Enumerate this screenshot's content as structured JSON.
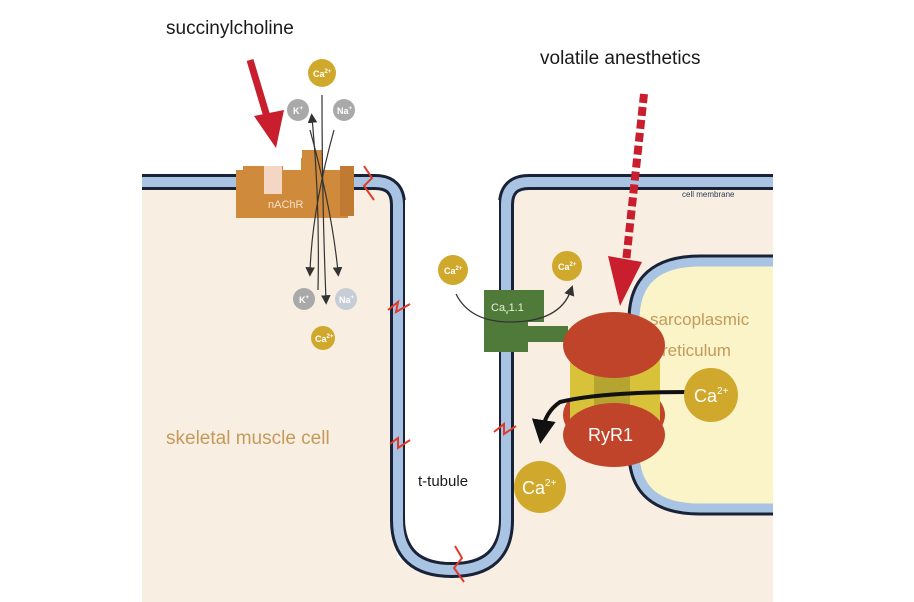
{
  "labels": {
    "succinylcholine": "succinylcholine",
    "volatile_anesthetics": "volatile anesthetics",
    "cell_membrane": "cell membrane",
    "nachr": "nAChR",
    "cav11": "Ca",
    "cav11_sub": "v",
    "cav11_tail": "1.1",
    "sr_line1": "sarcoplasmic",
    "sr_line2": "reticulum",
    "ryr1": "RyR1",
    "skeletal_muscle_cell": "skeletal muscle cell",
    "t_tubule": "t-tubule"
  },
  "ions": {
    "ca": "Ca",
    "ca_charge": "2+",
    "k": "K",
    "k_charge": "+",
    "na": "Na",
    "na_charge": "+"
  },
  "colors": {
    "cytoplasm": "#f8efe2",
    "membrane_fill": "#a8c4e2",
    "membrane_stroke": "#1a2238",
    "nachr": "#d08a3c",
    "cav": "#4f7a3a",
    "ryr": "#c0442a",
    "ryr_core": "#d8c23a",
    "sr": "#faf4c8",
    "ion_ca": "#d0a92c",
    "ion_kna": "#a9a9a9",
    "red_arrow": "#c81e2e",
    "lightning": "#e23a2a"
  }
}
